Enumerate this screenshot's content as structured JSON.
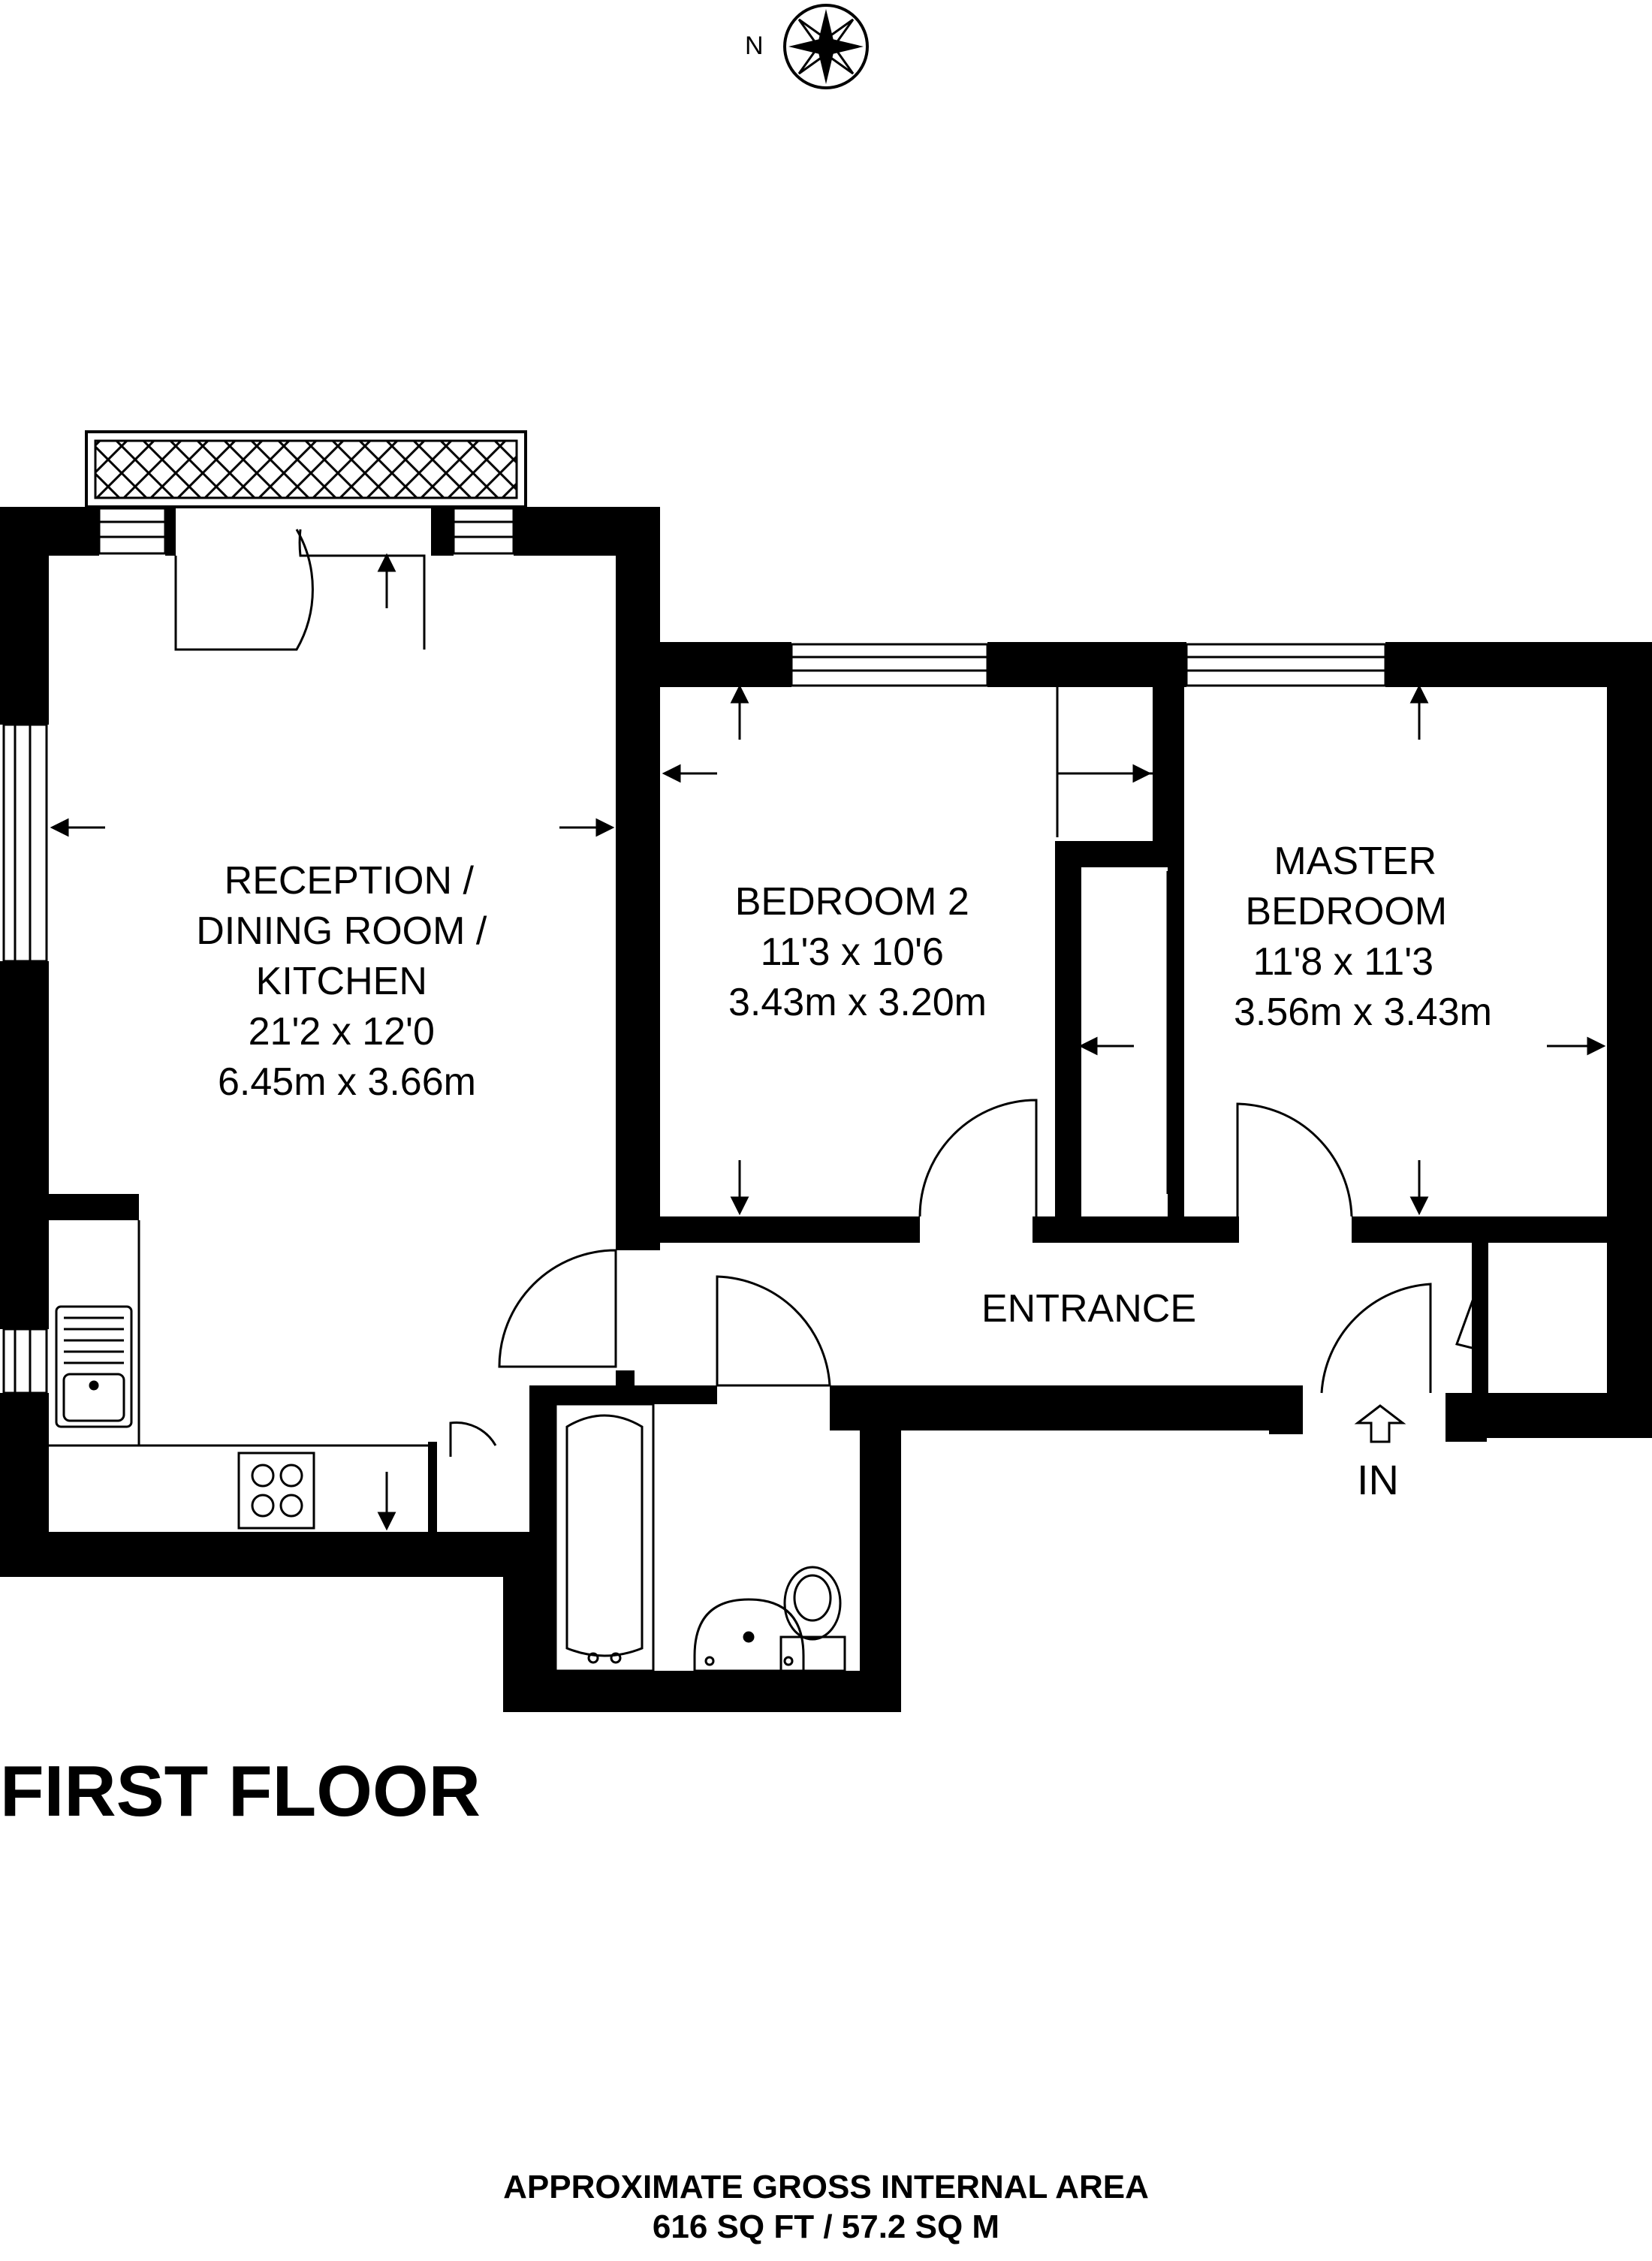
{
  "compass": {
    "north_label": "N",
    "icon": "compass-rose-icon"
  },
  "rooms": {
    "reception": {
      "lines": [
        "RECEPTION /",
        "DINING ROOM /",
        "KITCHEN",
        "21'2 x 12'0",
        "6.45m x 3.66m"
      ]
    },
    "bedroom2": {
      "lines": [
        "BEDROOM 2",
        "11'3 x 10'6",
        "3.43m x 3.20m"
      ]
    },
    "master": {
      "lines": [
        "MASTER",
        "BEDROOM",
        "11'8 x 11'3",
        "3.56m x 3.43m"
      ]
    },
    "entrance": {
      "label": "ENTRANCE"
    }
  },
  "entry": {
    "label": "IN"
  },
  "floor": {
    "title": "FIRST FLOOR"
  },
  "area": {
    "line1": "APPROXIMATE GROSS INTERNAL AREA",
    "line2": "616 SQ FT / 57.2 SQ M"
  },
  "colors": {
    "wall": "#000000",
    "background": "#ffffff",
    "line": "#000000"
  }
}
